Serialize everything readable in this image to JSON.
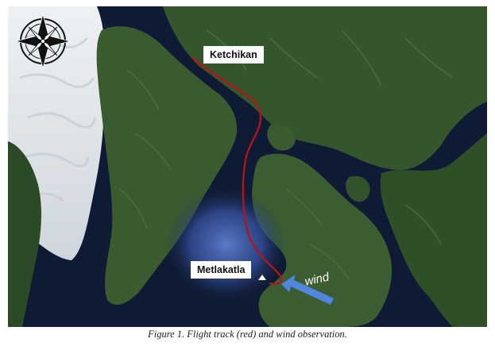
{
  "map": {
    "labels": {
      "ketchikan": "Ketchikan",
      "metlakatla": "Metlakatla",
      "wind": "wind"
    },
    "icons": [
      "compass-rose-icon",
      "wind-arrow-icon",
      "location-marker-icon"
    ],
    "colors": {
      "flight_track": "#b0151b",
      "wind_arrow": "#4f86e0",
      "water": "#0e1a33",
      "land": "#34522c",
      "clouds": "#e8ecef"
    }
  },
  "caption": "Figure 1. Flight track (red) and wind observation."
}
